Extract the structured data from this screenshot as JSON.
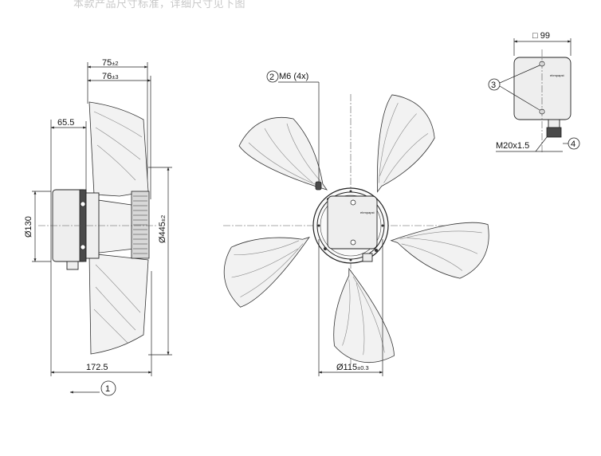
{
  "header_note": "本款产品尺寸标准，详细尺寸见下图",
  "side_view": {
    "dim_width_top": "75",
    "dim_width_top_tol": "±2",
    "dim_width_second": "76",
    "dim_width_second_tol": "±3",
    "dim_left": "65.5",
    "dim_height_motor": "Ø130",
    "dim_diameter": "Ø445",
    "dim_diameter_tol": "±2",
    "dim_total_length": "172.5",
    "callout_1": "1"
  },
  "front_view": {
    "callout_2": "2",
    "thread_label": "M6 (4x)",
    "dim_hub": "Ø115",
    "dim_hub_tol": "±0.3",
    "brand_mark": "ebmpapst"
  },
  "box_view": {
    "dim_box": "□ 99",
    "callout_3": "3",
    "callout_4": "4",
    "thread_gland": "M20x1.5",
    "brand_mark": "ebmpapst"
  }
}
